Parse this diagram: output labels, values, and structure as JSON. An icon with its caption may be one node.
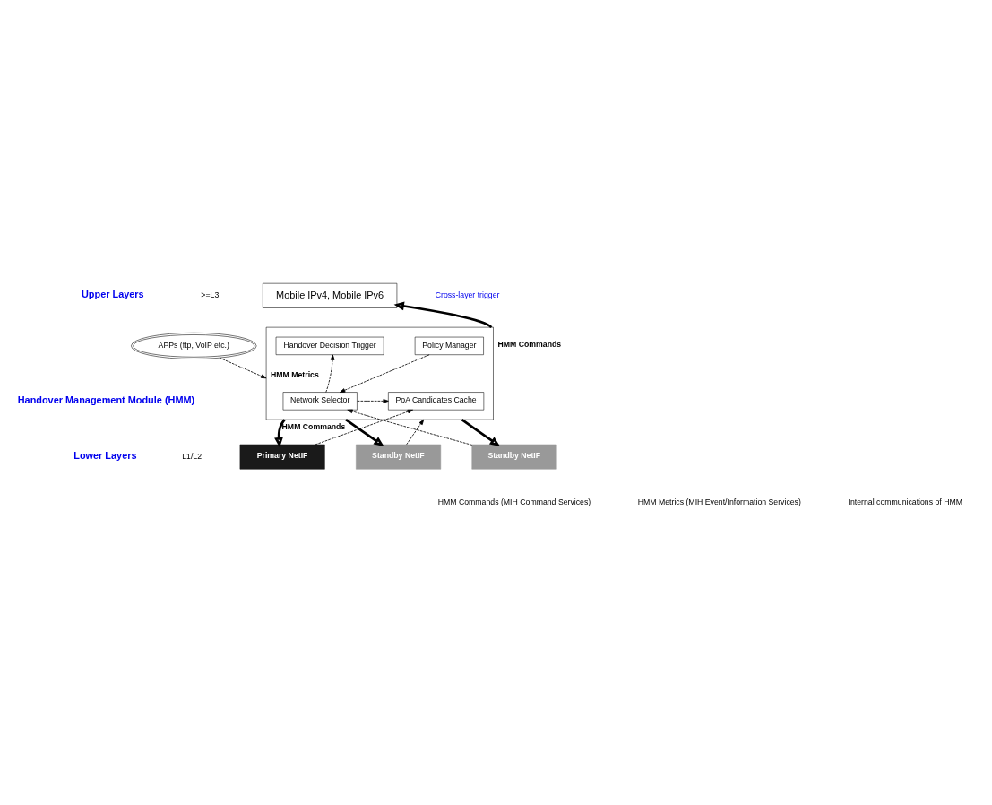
{
  "diagram": {
    "nodes": [
      {
        "text": [
          "APPs (ftp, VoIP etc.)"
        ]
      },
      {
        "text": [
          "Mobile IPv4, Mobile IPv6"
        ]
      },
      {
        "text": [],
        "shape": "box"
      },
      {
        "text": [
          "Policy Manager"
        ],
        "in": 2
      },
      {
        "text": [
          "Handover Decision Trigger"
        ],
        "in": 2
      },
      {
        "text": [
          "PoA Candidates Cache"
        ],
        "in": 2
      },
      {
        "text": [
          "Network Selector"
        ],
        "in": 2
      },
      {
        "text": [
          "Primary NetIF"
        ]
      },
      {
        "text": [
          "Standby NetIF"
        ]
      },
      {
        "text": [
          "Standby NetIF"
        ]
      }
    ],
    "edges": [
      {
        "from": 0,
        "to": 2,
        "arrow": "to",
        "style": "dashed",
        "label": "HMM Metrics"
      },
      {
        "from": 2,
        "to": 1,
        "arrow": "to",
        "style": "thick",
        "label": "HMM Commands"
      },
      {
        "from": 3,
        "to": 6,
        "arrow": "to",
        "style": "dashed"
      },
      {
        "from": 6,
        "to": 4,
        "arrow": "to",
        "style": "dashed"
      },
      {
        "from": 6,
        "to": 5,
        "arrow": "to",
        "style": "dashed"
      },
      {
        "from": 2,
        "to": 7,
        "arrow": "to",
        "style": "thick",
        "label": "HMM Commands"
      },
      {
        "from": 7,
        "to": 5,
        "arrow": "to",
        "style": "dashed"
      },
      {
        "from": 2,
        "to": 8,
        "arrow": "to",
        "style": "thick"
      },
      {
        "from": 8,
        "to": 2,
        "arrow": "to",
        "style": "dashed"
      },
      {
        "from": 2,
        "to": 9,
        "arrow": "to",
        "style": "thick"
      },
      {
        "from": 9,
        "to": 6,
        "arrow": "to",
        "style": "dashed"
      }
    ],
    "labels": [
      "Upper Layers",
      ">=L3",
      "Cross-layer trigger",
      "Handover Management Module (HMM)",
      "Lower Layers",
      "L1/L2"
    ],
    "legend": [
      {
        "text": "HMM Commands (MIH Command Services)"
      },
      {
        "text": "HMM Metrics (MIH Event/Information Services)"
      },
      {
        "text": "Internal communications of HMM"
      }
    ]
  }
}
